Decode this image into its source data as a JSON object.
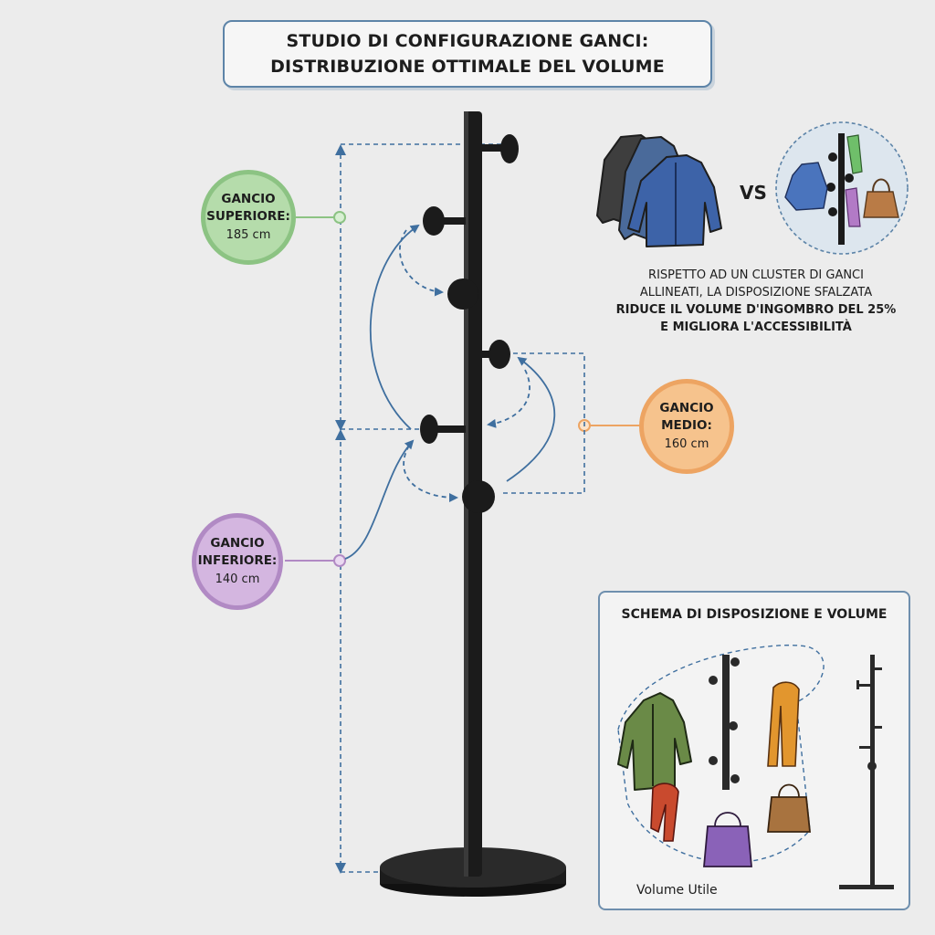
{
  "title": {
    "line1": "STUDIO DI CONFIGURAZIONE GANCI:",
    "line2": "DISTRIBUZIONE OTTIMALE DEL VOLUME"
  },
  "labels": {
    "superiore": {
      "name_line1": "GANCIO",
      "name_line2": "SUPERIORE:",
      "height": "185 cm",
      "color": "#8cc383"
    },
    "medio": {
      "name_line1": "GANCIO",
      "name_line2": "MEDIO:",
      "height": "160 cm",
      "color": "#eda462"
    },
    "inferiore": {
      "name_line1": "GANCIO",
      "name_line2": "INFERIORE:",
      "height": "140 cm",
      "color": "#b18ac4"
    }
  },
  "comparison": {
    "vs": "VS",
    "left_icon": "jackets-cluster-icon",
    "right_icon": "staggered-rack-icon",
    "text_line1": "RISPETTO AD UN CLUSTER DI GANCI",
    "text_line2": "ALLINEATI, LA DISPOSIZIONE SFALZATA",
    "text_line3": "RIDUCE IL VOLUME D'INGOMBRO DEL 25%",
    "text_line4": "E MIGLIORA L'ACCESSIBILITÀ"
  },
  "schema": {
    "title": "SCHEMA DI DISPOSIZIONE E VOLUME",
    "volume_label": "Volume Utile",
    "items": [
      "jacket-icon",
      "scarf-icon",
      "handbag-icon",
      "coat-rack-icon"
    ]
  },
  "colors": {
    "accent_blue": "#3f6f9f",
    "rack": "#1b1b1b"
  }
}
